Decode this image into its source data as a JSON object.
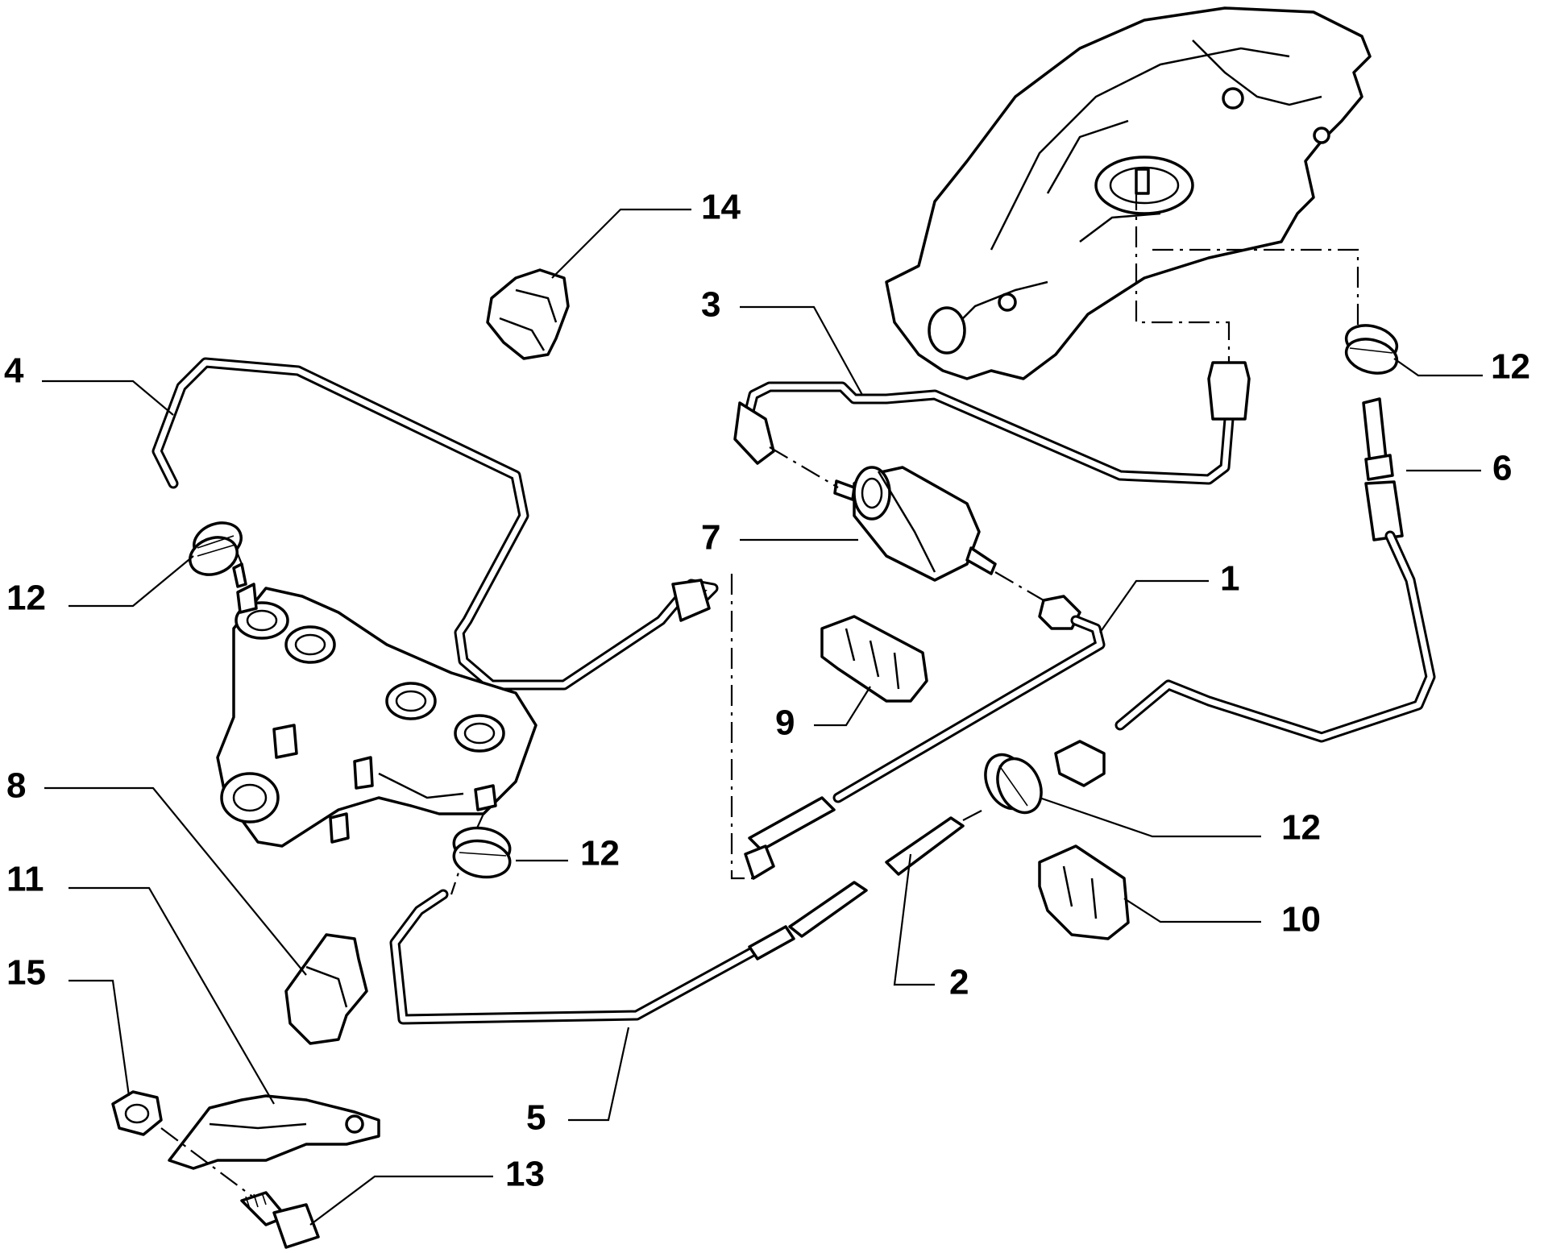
{
  "callouts": [
    {
      "id": "1",
      "label": "1"
    },
    {
      "id": "2",
      "label": "2"
    },
    {
      "id": "3",
      "label": "3"
    },
    {
      "id": "4",
      "label": "4"
    },
    {
      "id": "5",
      "label": "5"
    },
    {
      "id": "6",
      "label": "6"
    },
    {
      "id": "7",
      "label": "7"
    },
    {
      "id": "8",
      "label": "8"
    },
    {
      "id": "9",
      "label": "9"
    },
    {
      "id": "10",
      "label": "10"
    },
    {
      "id": "11",
      "label": "11"
    },
    {
      "id": "12a",
      "label": "12"
    },
    {
      "id": "12b",
      "label": "12"
    },
    {
      "id": "12c",
      "label": "12"
    },
    {
      "id": "12d",
      "label": "12"
    },
    {
      "id": "13",
      "label": "13"
    },
    {
      "id": "14",
      "label": "14"
    },
    {
      "id": "15",
      "label": "15"
    }
  ]
}
